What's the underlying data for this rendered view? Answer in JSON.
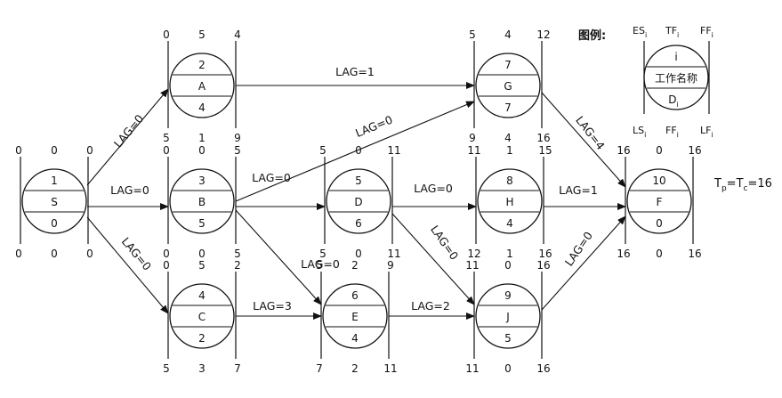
{
  "nodes": [
    {
      "id": "S",
      "name": "S",
      "ES": "0",
      "TF": "0",
      "EF": "0",
      "LS": "0",
      "FF": "0",
      "LF": "0",
      "D": "0",
      "num": "1"
    },
    {
      "id": "A",
      "name": "A",
      "ES": "0",
      "TF": "5",
      "EF": "4",
      "LS": "5",
      "FF": "1",
      "LF": "9",
      "D": "4",
      "num": "2"
    },
    {
      "id": "B",
      "name": "B",
      "ES": "0",
      "TF": "0",
      "EF": "5",
      "LS": "0",
      "FF": "0",
      "LF": "5",
      "D": "5",
      "num": "3"
    },
    {
      "id": "C",
      "name": "C",
      "ES": "0",
      "TF": "5",
      "EF": "2",
      "LS": "5",
      "FF": "3",
      "LF": "7",
      "D": "2",
      "num": "4"
    },
    {
      "id": "D",
      "name": "D",
      "ES": "5",
      "TF": "0",
      "EF": "11",
      "LS": "5",
      "FF": "0",
      "LF": "11",
      "D": "6",
      "num": "5"
    },
    {
      "id": "E",
      "name": "E",
      "ES": "5",
      "TF": "2",
      "EF": "9",
      "LS": "7",
      "FF": "2",
      "LF": "11",
      "D": "4",
      "num": "6"
    },
    {
      "id": "G",
      "name": "G",
      "ES": "5",
      "TF": "4",
      "EF": "12",
      "LS": "9",
      "FF": "4",
      "LF": "16",
      "D": "7",
      "num": "7"
    },
    {
      "id": "H",
      "name": "H",
      "ES": "11",
      "TF": "1",
      "EF": "15",
      "LS": "12",
      "FF": "1",
      "LF": "16",
      "D": "4",
      "num": "8"
    },
    {
      "id": "J",
      "name": "J",
      "ES": "11",
      "TF": "0",
      "EF": "16",
      "LS": "11",
      "FF": "0",
      "LF": "16",
      "D": "5",
      "num": "9"
    },
    {
      "id": "F",
      "name": "F",
      "ES": "16",
      "TF": "0",
      "EF": "16",
      "LS": "16",
      "FF": "0",
      "LF": "16",
      "D": "0",
      "num": "10"
    }
  ],
  "edges": [
    {
      "from": "S",
      "to": "A",
      "label": "LAG=0"
    },
    {
      "from": "S",
      "to": "B",
      "label": "LAG=0"
    },
    {
      "from": "S",
      "to": "C",
      "label": "LAG=0"
    },
    {
      "from": "A",
      "to": "G",
      "label": "LAG=1"
    },
    {
      "from": "B",
      "to": "G",
      "label": "LAG=0"
    },
    {
      "from": "B",
      "to": "D",
      "label": "LAG=0"
    },
    {
      "from": "B",
      "to": "E",
      "label": "LAG=0"
    },
    {
      "from": "C",
      "to": "E",
      "label": "LAG=3"
    },
    {
      "from": "D",
      "to": "H",
      "label": "LAG=0"
    },
    {
      "from": "D",
      "to": "J",
      "label": "LAG=0"
    },
    {
      "from": "E",
      "to": "J",
      "label": "LAG=2"
    },
    {
      "from": "G",
      "to": "F",
      "label": "LAG=4"
    },
    {
      "from": "H",
      "to": "F",
      "label": "LAG=1"
    },
    {
      "from": "J",
      "to": "F",
      "label": "LAG=0"
    }
  ],
  "legend": {
    "title": "图例:",
    "top": [
      "ES",
      "TF",
      "FF"
    ],
    "bottom": [
      "LS",
      "FF",
      "LF"
    ],
    "subscript": "i",
    "inner_top": "i",
    "inner_mid": "工作名称",
    "inner_bot": "D"
  },
  "tp": {
    "t1": "T",
    "sub1": "p",
    "eq1": "=T",
    "sub2": "c",
    "eq2": "=16"
  }
}
